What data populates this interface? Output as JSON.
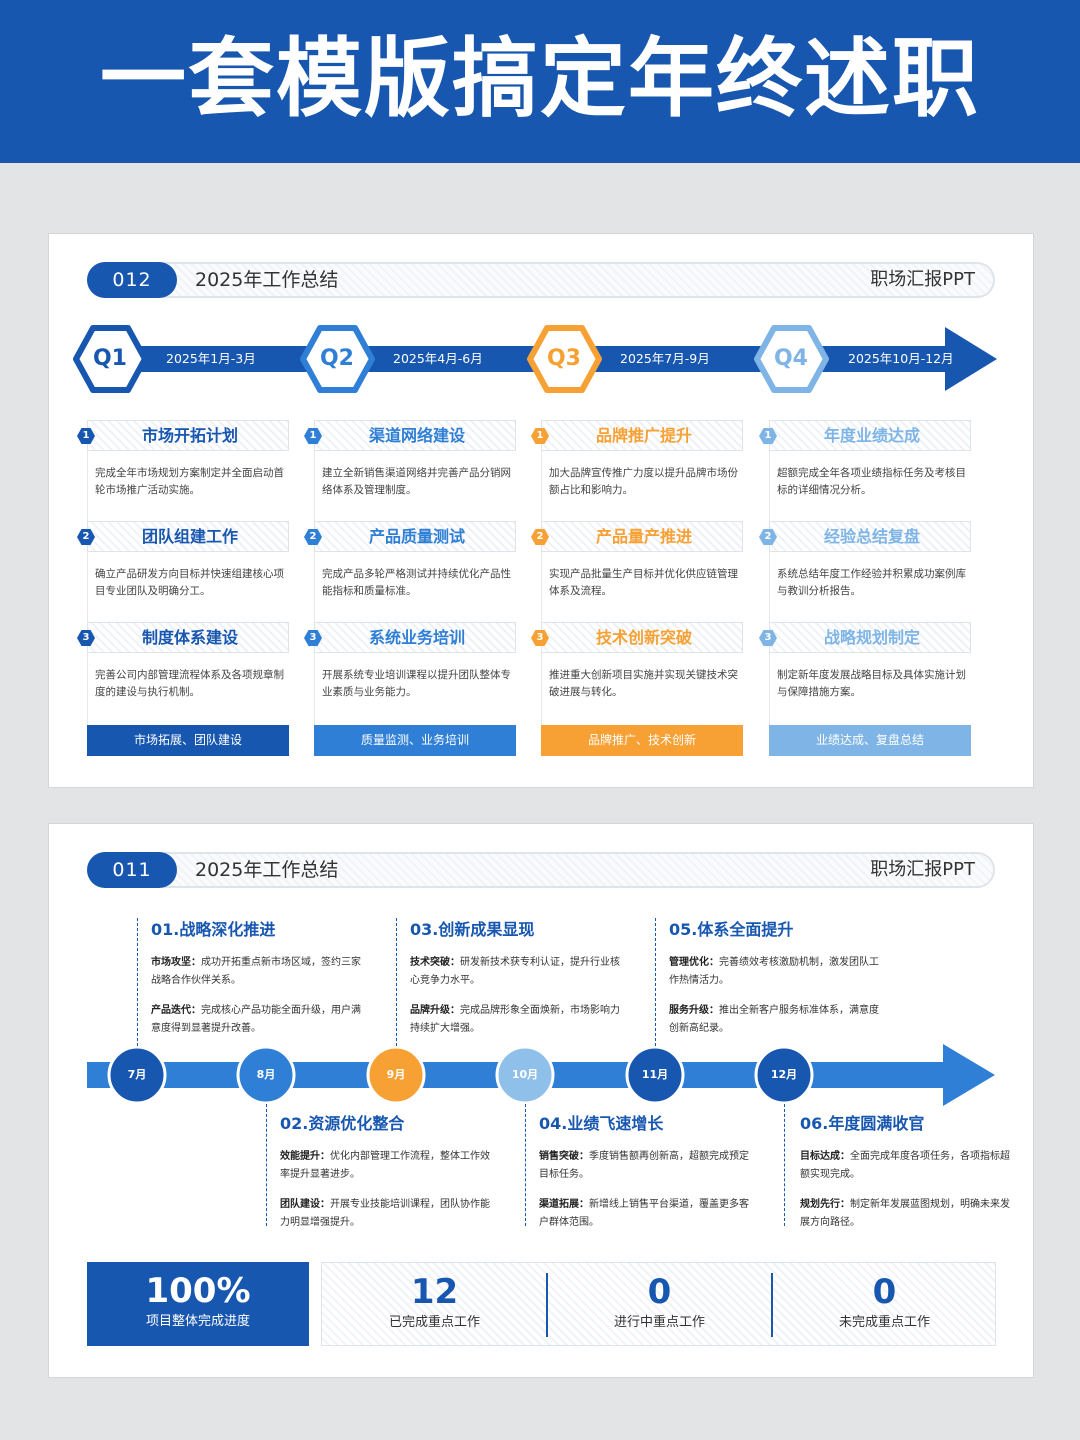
{
  "banner": {
    "title": "一套模版搞定年终述职"
  },
  "panel1": {
    "header": {
      "number": "012",
      "title": "2025年工作总结",
      "right": "职场汇报PPT"
    },
    "colors": {
      "q1": "#1857b0",
      "q2": "#2f7fd6",
      "q3": "#f7a135",
      "q4": "#7fb5e6"
    },
    "quarters": [
      {
        "label": "Q1",
        "date": "2025年1月-3月",
        "summary": "市场拓展、团队建设",
        "items": [
          {
            "num": "1",
            "title": "市场开拓计划",
            "desc": "完成全年市场规划方案制定并全面启动首轮市场推广活动实施。"
          },
          {
            "num": "2",
            "title": "团队组建工作",
            "desc": "确立产品研发方向目标并快速组建核心项目专业团队及明确分工。"
          },
          {
            "num": "3",
            "title": "制度体系建设",
            "desc": "完善公司内部管理流程体系及各项规章制度的建设与执行机制。"
          }
        ]
      },
      {
        "label": "Q2",
        "date": "2025年4月-6月",
        "summary": "质量监测、业务培训",
        "items": [
          {
            "num": "1",
            "title": "渠道网络建设",
            "desc": "建立全新销售渠道网络并完善产品分销网络体系及管理制度。"
          },
          {
            "num": "2",
            "title": "产品质量测试",
            "desc": "完成产品多轮严格测试并持续优化产品性能指标和质量标准。"
          },
          {
            "num": "3",
            "title": "系统业务培训",
            "desc": "开展系统专业培训课程以提升团队整体专业素质与业务能力。"
          }
        ]
      },
      {
        "label": "Q3",
        "date": "2025年7月-9月",
        "summary": "品牌推广、技术创新",
        "items": [
          {
            "num": "1",
            "title": "品牌推广提升",
            "desc": "加大品牌宣传推广力度以提升品牌市场份额占比和影响力。"
          },
          {
            "num": "2",
            "title": "产品量产推进",
            "desc": "实现产品批量生产目标并优化供应链管理体系及流程。"
          },
          {
            "num": "3",
            "title": "技术创新突破",
            "desc": "推进重大创新项目实施并实现关键技术突破进展与转化。"
          }
        ]
      },
      {
        "label": "Q4",
        "date": "2025年10月-12月",
        "summary": "业绩达成、复盘总结",
        "items": [
          {
            "num": "1",
            "title": "年度业绩达成",
            "desc": "超额完成全年各项业绩指标任务及考核目标的详细情况分析。"
          },
          {
            "num": "2",
            "title": "经验总结复盘",
            "desc": "系统总结年度工作经验并积累成功案例库与教训分析报告。"
          },
          {
            "num": "3",
            "title": "战略规划制定",
            "desc": "制定新年度发展战略目标及具体实施计划与保障措施方案。"
          }
        ]
      }
    ]
  },
  "panel2": {
    "header": {
      "number": "011",
      "title": "2025年工作总结",
      "right": "职场汇报PPT"
    },
    "months": [
      "7月",
      "8月",
      "9月",
      "10月",
      "11月",
      "12月"
    ],
    "milestones": [
      {
        "title": "01.战略深化推进",
        "p1_label": "市场攻坚：",
        "p1_text": "成功开拓重点新市场区域，签约三家战略合作伙伴关系。",
        "p2_label": "产品迭代：",
        "p2_text": "完成核心产品功能全面升级，用户满意度得到显著提升改善。"
      },
      {
        "title": "02.资源优化整合",
        "p1_label": "效能提升：",
        "p1_text": "优化内部管理工作流程，整体工作效率提升显著进步。",
        "p2_label": "团队建设：",
        "p2_text": "开展专业技能培训课程，团队协作能力明显增强提升。"
      },
      {
        "title": "03.创新成果显现",
        "p1_label": "技术突破：",
        "p1_text": "研发新技术获专利认证，提升行业核心竞争力水平。",
        "p2_label": "品牌升级：",
        "p2_text": "完成品牌形象全面焕新，市场影响力持续扩大增强。"
      },
      {
        "title": "04.业绩飞速增长",
        "p1_label": "销售突破：",
        "p1_text": "季度销售额再创新高，超额完成预定目标任务。",
        "p2_label": "渠道拓展：",
        "p2_text": "新增线上销售平台渠道，覆盖更多客户群体范围。"
      },
      {
        "title": "05.体系全面提升",
        "p1_label": "管理优化：",
        "p1_text": "完善绩效考核激励机制，激发团队工作热情活力。",
        "p2_label": "服务升级：",
        "p2_text": "推出全新客户服务标准体系，满意度创新高纪录。"
      },
      {
        "title": "06.年度圆满收官",
        "p1_label": "目标达成：",
        "p1_text": "全面完成年度各项任务，各项指标超额实现完成。",
        "p2_label": "规划先行：",
        "p2_text": "制定新年发展蓝图规划，明确未来发展方向路径。"
      }
    ],
    "stats": {
      "overall": {
        "value": "100%",
        "label": "项目整体完成进度"
      },
      "items": [
        {
          "value": "12",
          "label": "已完成重点工作"
        },
        {
          "value": "0",
          "label": "进行中重点工作"
        },
        {
          "value": "0",
          "label": "未完成重点工作"
        }
      ]
    }
  }
}
